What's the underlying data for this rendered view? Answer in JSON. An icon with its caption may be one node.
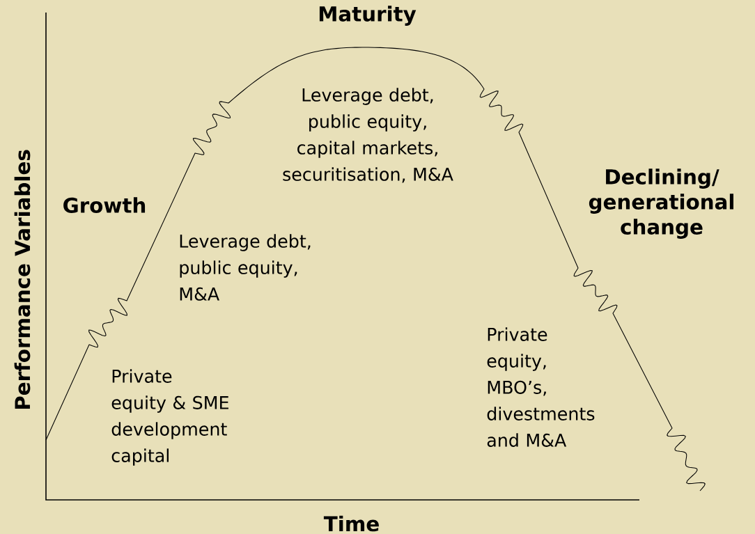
{
  "diagram": {
    "labels": [
      "Maturity",
      "Leverage debt, public equity, capital markets, securitisation, M&A",
      "Declining/ generational change",
      "Growth",
      "Leverage debt, public equity, M&A",
      "Performance Variables",
      "Private equity, MBO’s, divestments and M&A",
      "Private equity & SME development capital",
      "Time"
    ]
  }
}
